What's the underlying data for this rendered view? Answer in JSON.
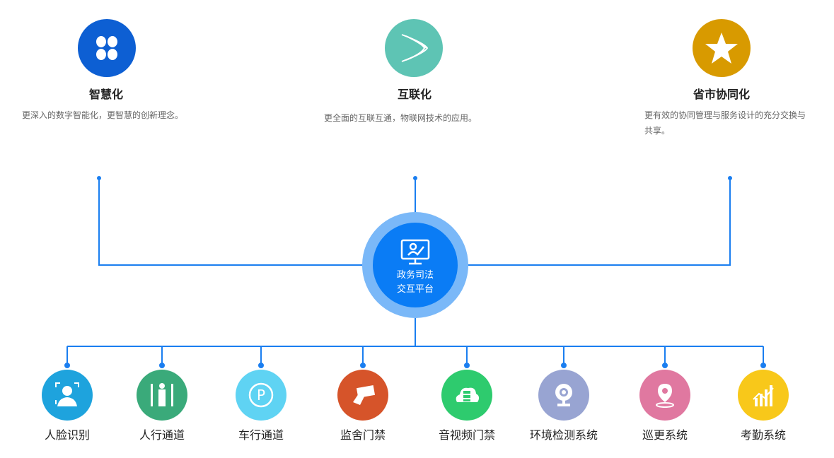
{
  "top_features": [
    {
      "title": "智慧化",
      "desc": "更深入的数字智能化，更智慧的创新理念。",
      "color": "#0d5fd3",
      "icon": "four-dots-icon"
    },
    {
      "title": "互联化",
      "desc": "更全面的互联互通，物联网技术的应用。",
      "color": "#5ec4b4",
      "icon": "swipe-arcs-icon"
    },
    {
      "title": "省市协同化",
      "desc": "更有效的协同管理与服务设计的充分交换与共享。",
      "color": "#d89a00",
      "icon": "star-icon"
    }
  ],
  "center": {
    "line1": "政务司法",
    "line2": "交互平台",
    "icon": "monitor-user-icon",
    "outer_color": "#7ab8f8",
    "inner_color": "#0a7cf5"
  },
  "line_color": "#1a7ef0",
  "systems": [
    {
      "label": "人脸识别",
      "color": "#1ea3dd",
      "icon": "face-recognition-icon"
    },
    {
      "label": "人行通道",
      "color": "#3aaa7a",
      "icon": "pedestrian-gate-icon"
    },
    {
      "label": "车行通道",
      "color": "#5fd3f3",
      "icon": "parking-icon"
    },
    {
      "label": "监舍门禁",
      "color": "#d6542a",
      "icon": "card-swipe-icon"
    },
    {
      "label": "音视频门禁",
      "color": "#2ecb6e",
      "icon": "cloud-server-icon"
    },
    {
      "label": "环境检测系统",
      "color": "#98a4d2",
      "icon": "webcam-icon"
    },
    {
      "label": "巡更系统",
      "color": "#e078a0",
      "icon": "location-pin-icon"
    },
    {
      "label": "考勤系统",
      "color": "#f8c81a",
      "icon": "chart-icon"
    }
  ]
}
